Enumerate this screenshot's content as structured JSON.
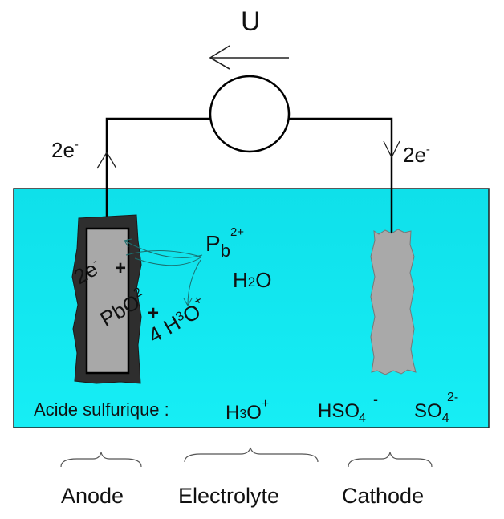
{
  "colors": {
    "electrolyte": "#11E6F0",
    "outline": "#000000",
    "anode_coating": "#2e2e2e",
    "electrode_grey": "#a8a8a8",
    "arrow": "#222222",
    "thin_arrow": "#1a6e6e"
  },
  "labels": {
    "voltage": "U",
    "electrons_left": "2e",
    "electrons_right": "2e",
    "minus": "-",
    "anode_e": "2e",
    "anode_e_minus": "-",
    "plus1": "+",
    "pbo2_base": "PbO",
    "pbo2_sub": "2",
    "plus2": "+",
    "h3o_coeff": "4 H",
    "h3o_sub": "3",
    "h3o_o": "O",
    "h3o_plus": "+",
    "pb_base": "P",
    "pb_b": "b",
    "pb_charge": "2+",
    "water": "H",
    "water_sub": "2",
    "water_o": "O",
    "acid_label": "Acide  sulfurique :",
    "acid_h3o": "H",
    "acid_h3o_sub": "3",
    "acid_h3o_o": "O",
    "acid_h3o_plus": "+",
    "hso4": "HSO",
    "hso4_sub": "4",
    "hso4_minus": "-",
    "so4": "SO",
    "so4_sub": "4",
    "so4_charge": "2-",
    "region_anode": "Anode",
    "region_electrolyte": "Electrolyte",
    "region_cathode": "Cathode"
  }
}
